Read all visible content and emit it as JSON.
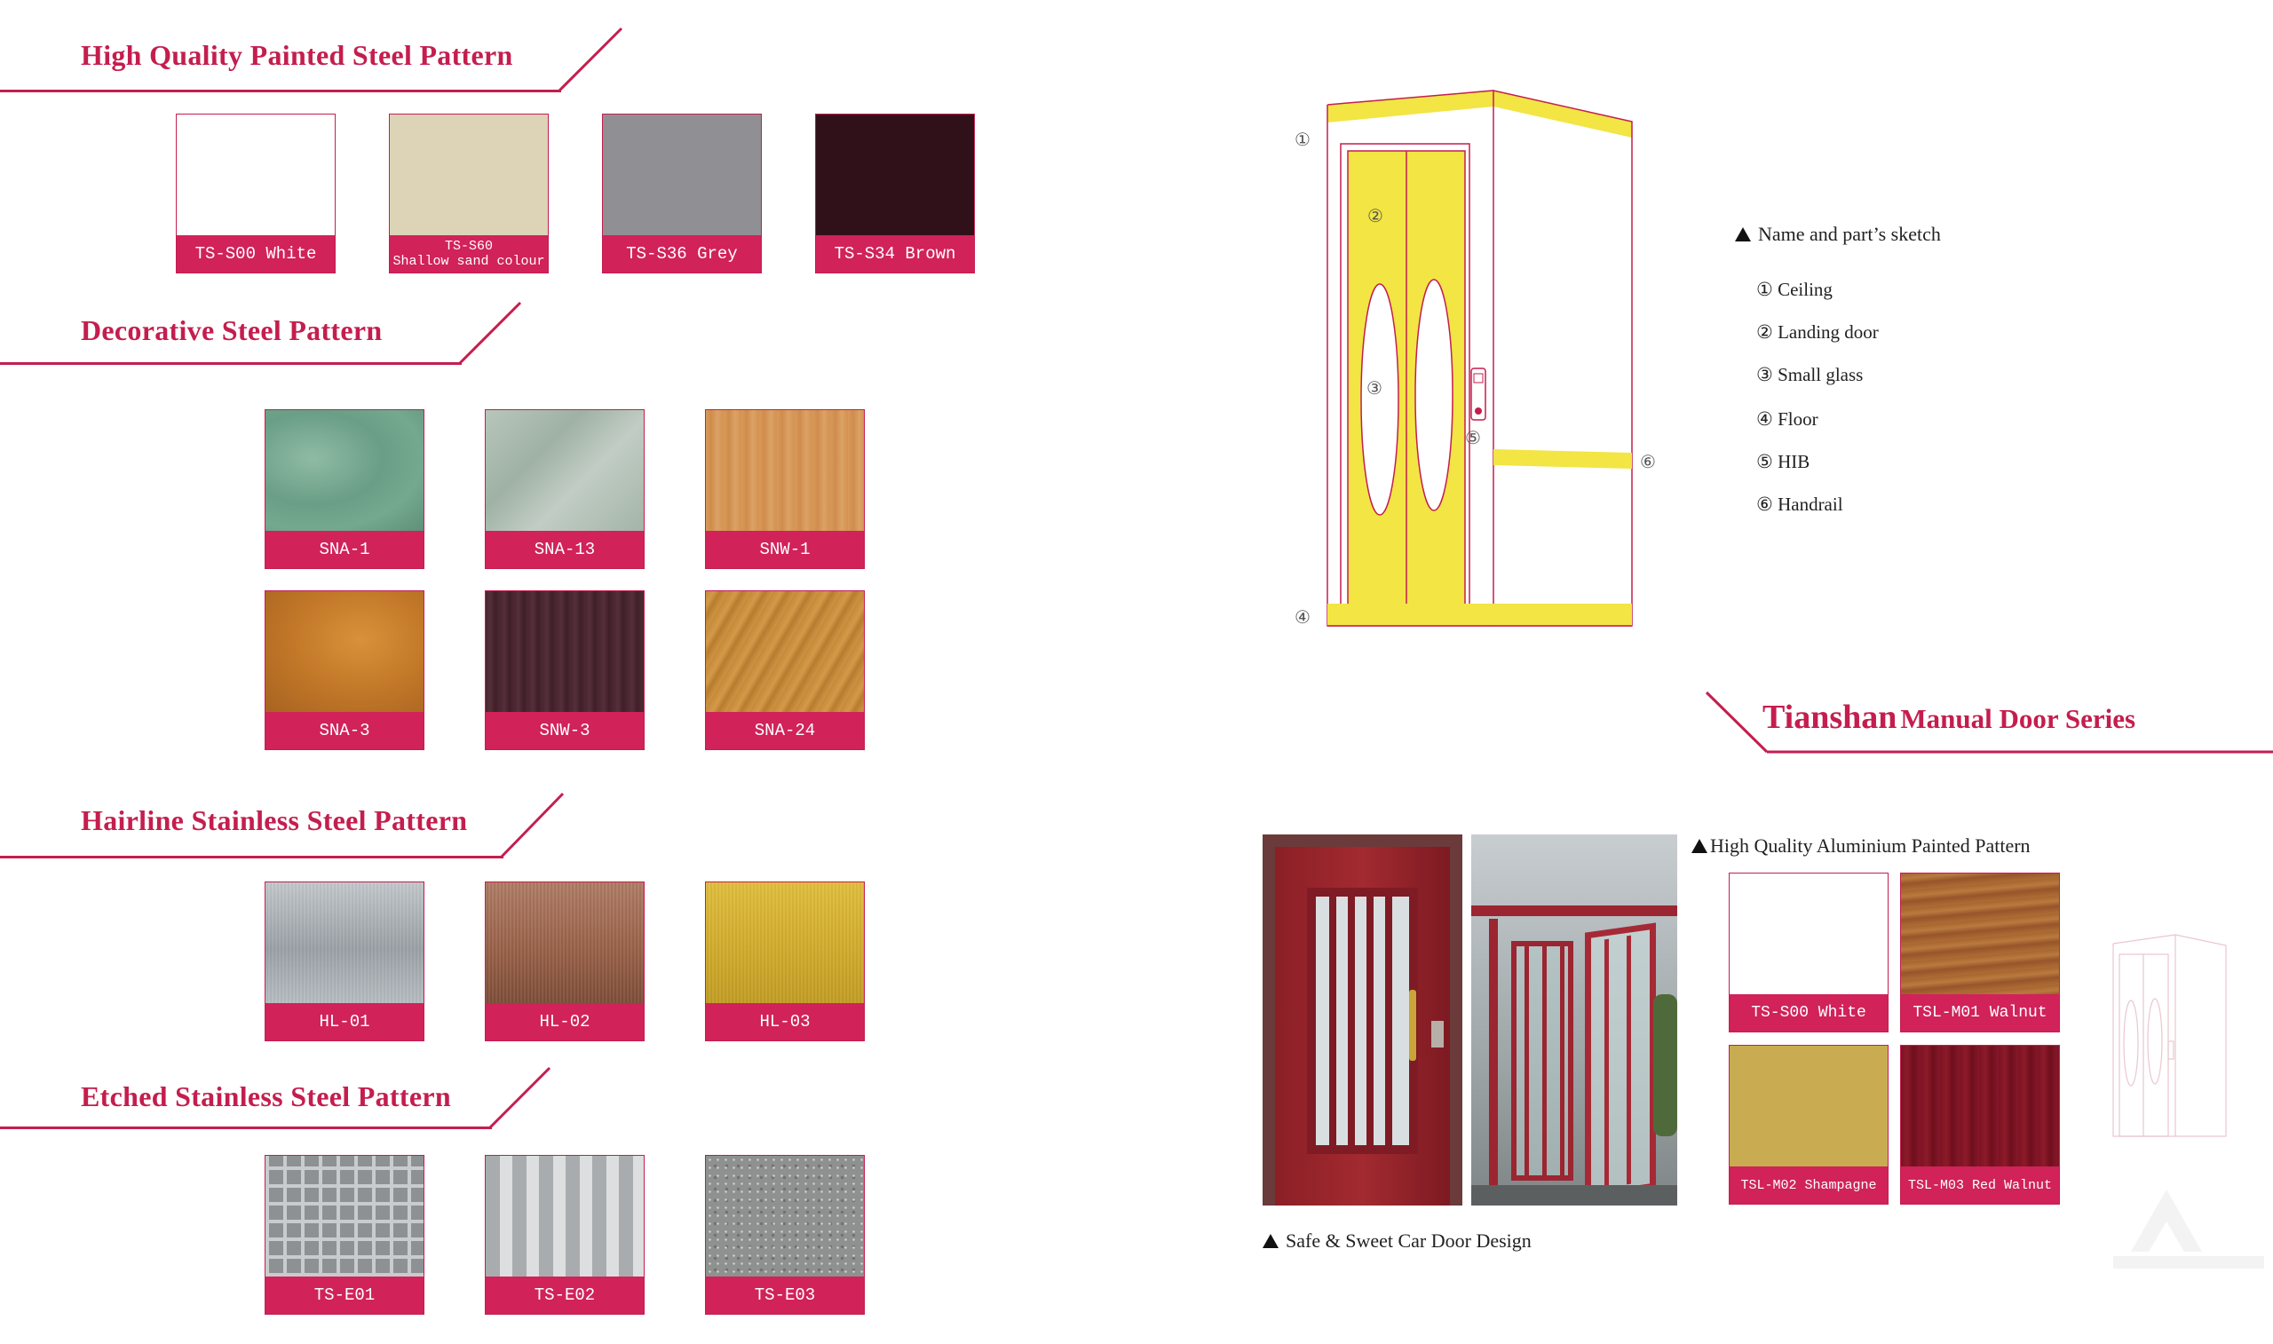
{
  "sections": {
    "painted": {
      "title": "High Quality Painted Steel Pattern",
      "swatches": [
        {
          "code": "TS-S00 White",
          "color": "#ffffff"
        },
        {
          "code_line1": "TS-S60",
          "code_line2": "Shallow sand colour",
          "color": "#ddd4b8"
        },
        {
          "code": "TS-S36 Grey",
          "color": "#8f8f94"
        },
        {
          "code": "TS-S34 Brown",
          "color": "#30111a"
        }
      ]
    },
    "decorative": {
      "title": "Decorative Steel Pattern",
      "swatches": [
        {
          "code": "SNA-1",
          "color": "#74a88f"
        },
        {
          "code": "SNA-13",
          "color": "#a9b9ad"
        },
        {
          "code": "SNW-1",
          "color": "#d49658"
        },
        {
          "code": "SNA-3",
          "color": "#c27828"
        },
        {
          "code": "SNW-3",
          "color": "#4a2630"
        },
        {
          "code": "SNA-24",
          "color": "#c5893a"
        }
      ]
    },
    "hairline": {
      "title": "Hairline Stainless Steel Pattern",
      "swatches": [
        {
          "code": "HL-01",
          "color": "#a3a9ae"
        },
        {
          "code": "HL-02",
          "color": "#a46a52"
        },
        {
          "code": "HL-03",
          "color": "#d7b22e"
        }
      ]
    },
    "etched": {
      "title": "Etched Stainless Steel Pattern",
      "swatches": [
        {
          "code": "TS-E01",
          "color": "#9a9c9e"
        },
        {
          "code": "TS-E02",
          "color": "#b5b7ba"
        },
        {
          "code": "TS-E03",
          "color": "#8e918f"
        }
      ]
    }
  },
  "sketch": {
    "markers": [
      "①",
      "②",
      "③",
      "④",
      "⑤",
      "⑥"
    ],
    "legend_title": "Name and part’s sketch",
    "legend": [
      {
        "num": "①",
        "label": "Ceiling"
      },
      {
        "num": "②",
        "label": "Landing door"
      },
      {
        "num": "③",
        "label": "Small glass"
      },
      {
        "num": "④",
        "label": "Floor"
      },
      {
        "num": "⑤",
        "label": "HIB"
      },
      {
        "num": "⑥",
        "label": "Handrail"
      }
    ]
  },
  "manual_door": {
    "title_brand": "Tianshan",
    "title_rest": "Manual Door Series",
    "pattern_heading": "High Quality Aluminium Painted Pattern",
    "swatches": [
      {
        "code": "TS-S00 White",
        "color": "#ffffff"
      },
      {
        "code": "TSL-M01 Walnut",
        "color": "#a8652f"
      },
      {
        "code": "TSL-M02 Shampagne",
        "color": "#c9ac52"
      },
      {
        "code": "TSL-M03 Red Walnut",
        "color": "#7d1322"
      }
    ],
    "caption": "Safe & Sweet Car Door Design"
  },
  "colors": {
    "accent": "#c41e4e",
    "label_bg": "#d1225a",
    "cabin_yellow": "#f2e544"
  }
}
